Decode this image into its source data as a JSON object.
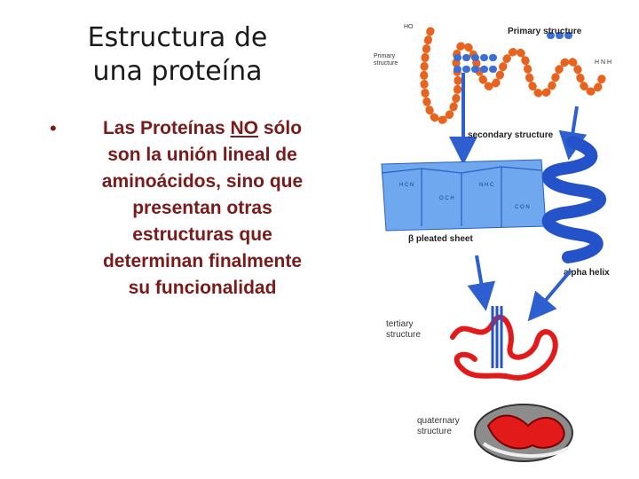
{
  "slide": {
    "title_line1": "Estructura de",
    "title_line2": "una proteína",
    "bullet": {
      "symbol": "•",
      "line1_prefix": "Las Proteínas ",
      "line1_emphasis": "NO",
      "line1_suffix": " sólo",
      "line2": "son la unión lineal de",
      "line3": "aminoácidos, sino que",
      "line4": "presentan otras",
      "line5": "estructuras que",
      "line6": "determinan finalmente",
      "line7": "su funcionalidad"
    }
  },
  "diagram": {
    "primary_small": "Primary structure",
    "primary_side_1": "Primary",
    "primary_side_2": "structure",
    "secondary": "secondary structure",
    "beta_sheet": "β pleated sheet",
    "alpha_helix": "alpha helix",
    "tertiary_1": "tertiary",
    "tertiary_2": "structure",
    "quaternary_1": "quaternary",
    "quaternary_2": "structure",
    "colors": {
      "bead_orange": "#e8641e",
      "bead_blue": "#3a6fd8",
      "arrow_blue": "#2e5fd0",
      "helix_blue": "#2452c8",
      "tertiary_red": "#e21a1a",
      "quaternary_gray": "#8c8c8c"
    }
  }
}
